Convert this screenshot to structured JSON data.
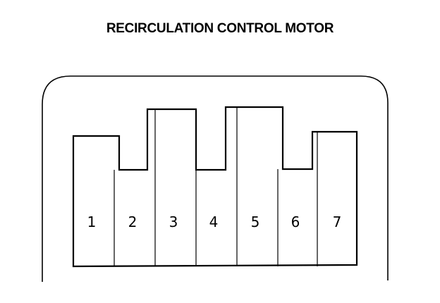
{
  "title": "RECIRCULATION CONTROL MOTOR",
  "connector": {
    "pins": [
      {
        "label": "1",
        "raised": true
      },
      {
        "label": "2",
        "raised": false
      },
      {
        "label": "3",
        "raised": true
      },
      {
        "label": "4",
        "raised": false
      },
      {
        "label": "5",
        "raised": true
      },
      {
        "label": "6",
        "raised": false
      },
      {
        "label": "7",
        "raised": true
      }
    ]
  }
}
